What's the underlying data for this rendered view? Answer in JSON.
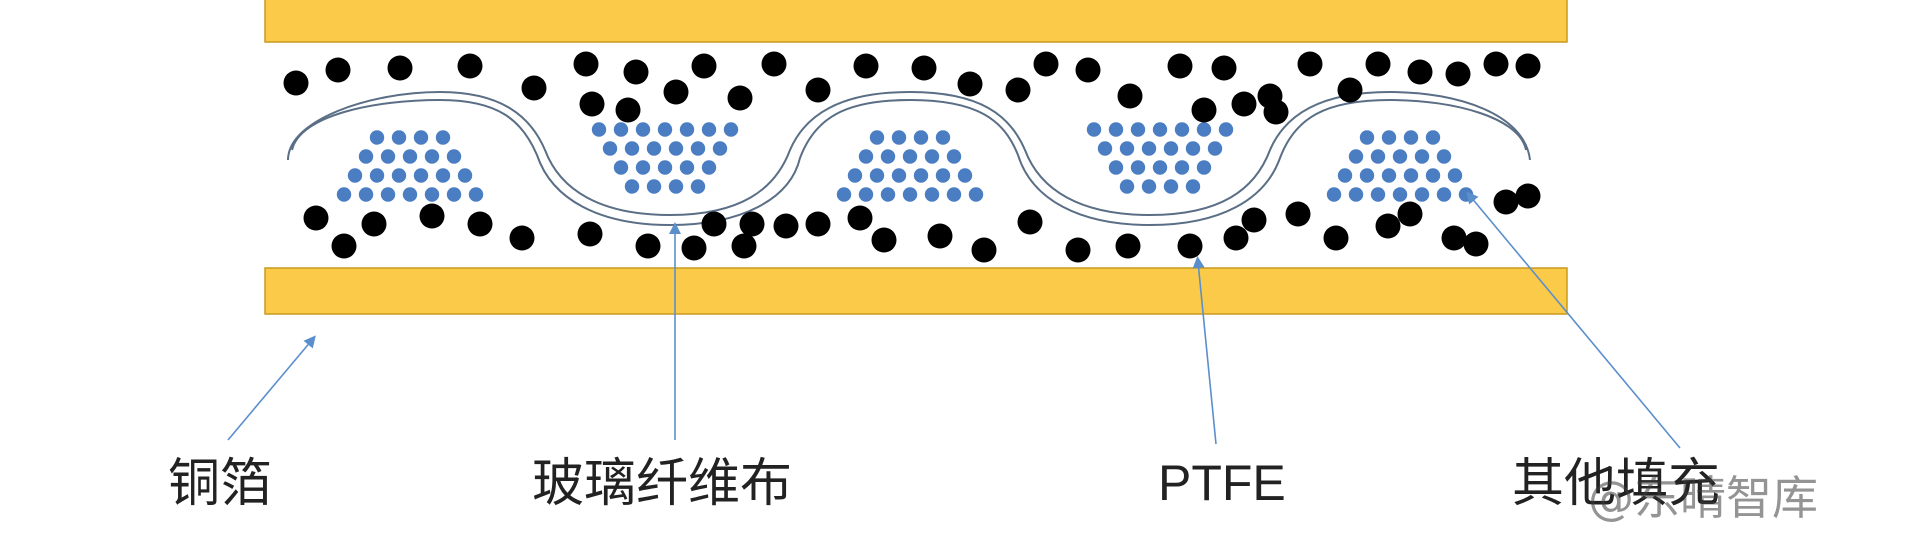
{
  "colors": {
    "copper_foil": "#fbca48",
    "copper_edge": "#c99a1e",
    "ptfe_particle": "#000000",
    "glass_fiber_dot": "#4a7dc1",
    "fiber_outline": "#5a6e86",
    "arrow": "#5b8fcc",
    "label_text": "#222222"
  },
  "labels": {
    "copper_foil": "铜箔",
    "glass_fiber_cloth": "玻璃纤维布",
    "ptfe": "PTFE",
    "other_filler": "其他填充"
  },
  "watermark": "@东晴智库",
  "icons": {
    "pointer": "arrow-icon"
  }
}
